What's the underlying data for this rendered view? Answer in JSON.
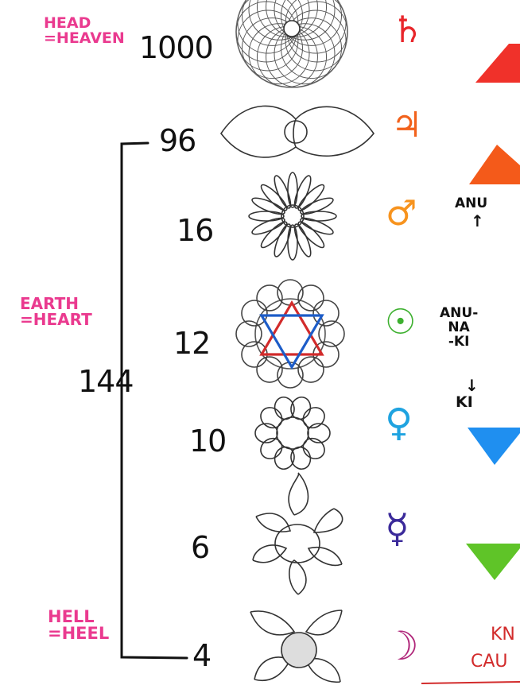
{
  "left_labels": {
    "head": "HEAD\n=HEAVEN",
    "earth": "EARTH\n=HEART",
    "hell": "HELL\n=HEEL"
  },
  "numbers": {
    "n1000": "1000",
    "n96": "96",
    "n16": "16",
    "n12": "12",
    "n10": "10",
    "n6": "6",
    "n4": "4",
    "n144": "144"
  },
  "planet_symbols": [
    {
      "name": "saturn-icon",
      "glyph": "♄",
      "color": "#e8262b"
    },
    {
      "name": "jupiter-icon",
      "glyph": "♃",
      "color": "#f2621c"
    },
    {
      "name": "mars-icon",
      "glyph": "♂",
      "color": "#f7931e"
    },
    {
      "name": "sun-icon",
      "glyph": "☉",
      "color": "#3db02f"
    },
    {
      "name": "venus-icon",
      "glyph": "♀",
      "color": "#1fa3e0"
    },
    {
      "name": "mercury-icon",
      "glyph": "☿",
      "color": "#3b2a9a"
    },
    {
      "name": "moon-icon",
      "glyph": "☽",
      "color": "#b0277a"
    }
  ],
  "right_text": {
    "anu": "ANU",
    "anu_arrow": "↑",
    "anunaki": "ANU-\nNA\n-KI",
    "ki_arrow": "↓",
    "ki": "KI",
    "bottom_partial_1": "KN",
    "bottom_partial_2": "CAU"
  },
  "triangle_colors": {
    "top_red": "#f0312a",
    "second_orange": "#f45a1a",
    "blue_down": "#1f8ff0",
    "green_down": "#5fc428"
  }
}
